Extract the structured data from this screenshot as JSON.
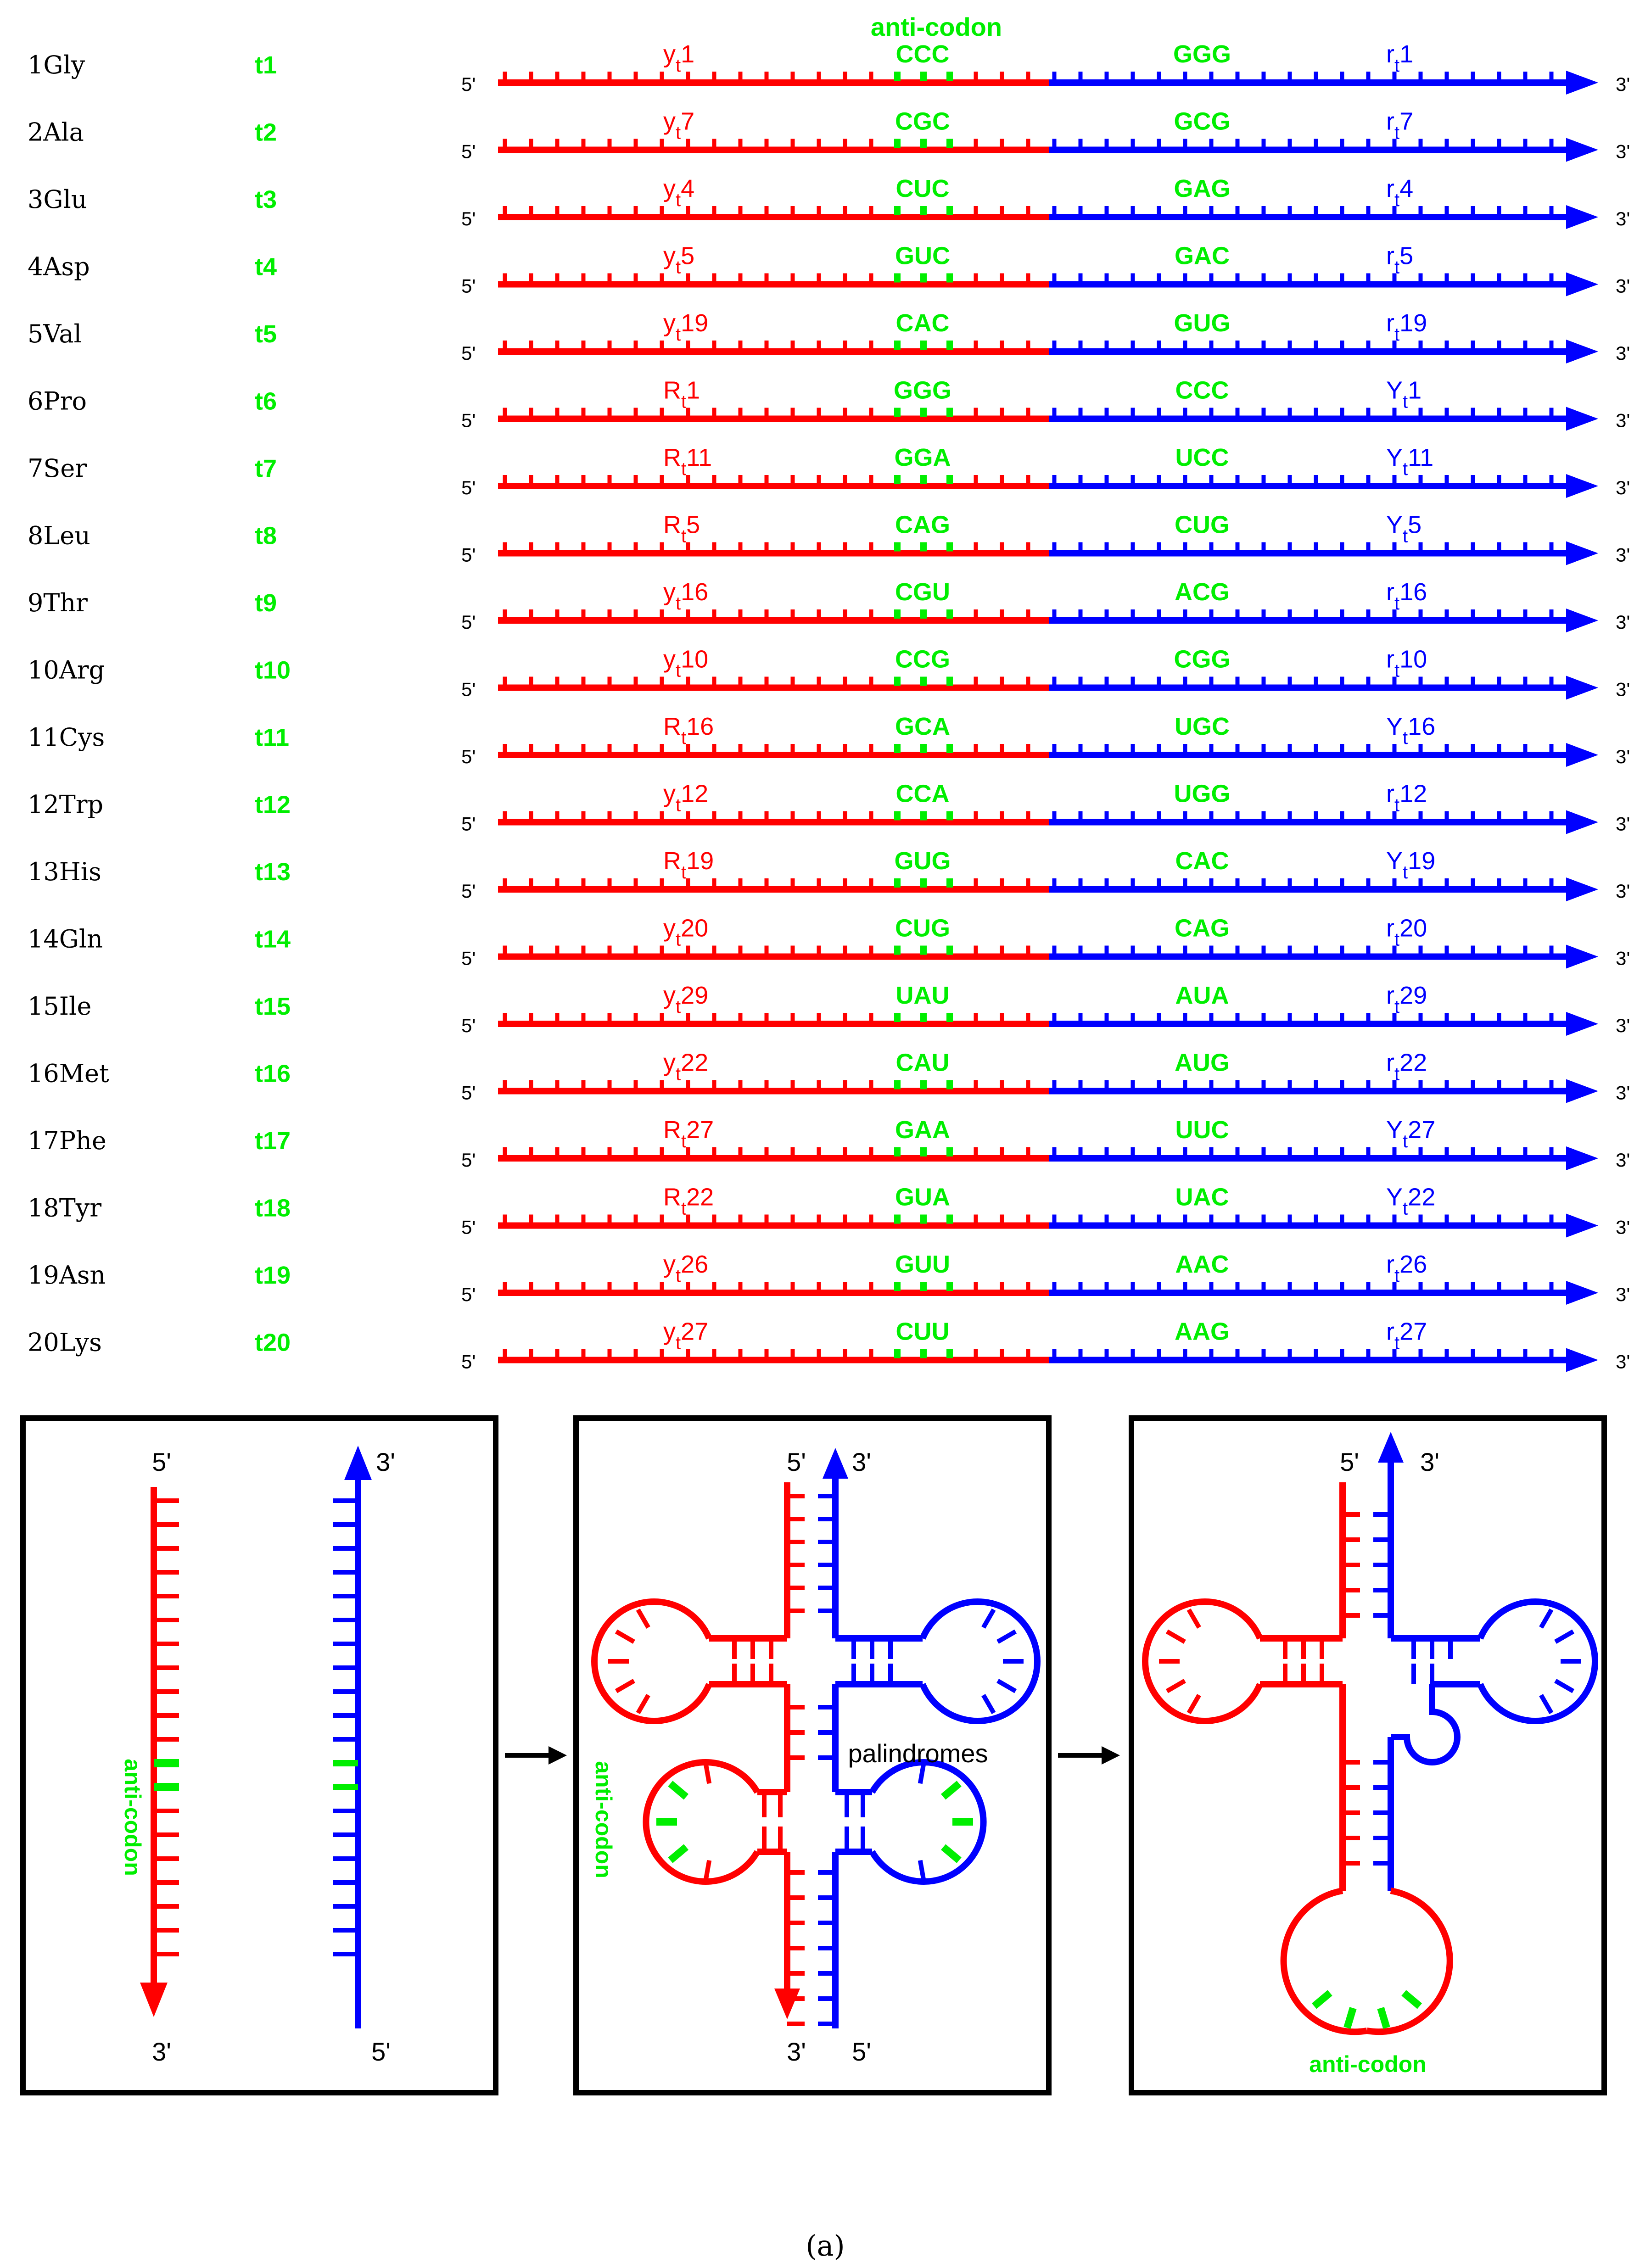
{
  "header": {
    "anticodon_label": "anti-codon"
  },
  "end_labels": {
    "five": "5'",
    "three": "3'"
  },
  "rows": [
    {
      "name": "1Gly",
      "tag": "t1",
      "left": {
        "b": "y",
        "s": "t",
        "n": "1"
      },
      "anti": "CCC",
      "comp": "GGG",
      "right": {
        "b": "r",
        "s": "t",
        "n": "1"
      }
    },
    {
      "name": "2Ala",
      "tag": "t2",
      "left": {
        "b": "y",
        "s": "t",
        "n": "7"
      },
      "anti": "CGC",
      "comp": "GCG",
      "right": {
        "b": "r",
        "s": "t",
        "n": "7"
      }
    },
    {
      "name": "3Glu",
      "tag": "t3",
      "left": {
        "b": "y",
        "s": "t",
        "n": "4"
      },
      "anti": "CUC",
      "comp": "GAG",
      "right": {
        "b": "r",
        "s": "t",
        "n": "4"
      }
    },
    {
      "name": "4Asp",
      "tag": "t4",
      "left": {
        "b": "y",
        "s": "t",
        "n": "5"
      },
      "anti": "GUC",
      "comp": "GAC",
      "right": {
        "b": "r",
        "s": "t",
        "n": "5"
      }
    },
    {
      "name": "5Val",
      "tag": "t5",
      "left": {
        "b": "y",
        "s": "t",
        "n": "19"
      },
      "anti": "CAC",
      "comp": "GUG",
      "right": {
        "b": "r",
        "s": "t",
        "n": "19"
      }
    },
    {
      "name": "6Pro",
      "tag": "t6",
      "left": {
        "b": "R",
        "s": "t",
        "n": "1"
      },
      "anti": "GGG",
      "comp": "CCC",
      "right": {
        "b": "Y",
        "s": "t",
        "n": "1"
      }
    },
    {
      "name": "7Ser",
      "tag": "t7",
      "left": {
        "b": "R",
        "s": "t",
        "n": "11"
      },
      "anti": "GGA",
      "comp": "UCC",
      "right": {
        "b": "Y",
        "s": "t",
        "n": "11"
      }
    },
    {
      "name": "8Leu",
      "tag": "t8",
      "left": {
        "b": "R",
        "s": "t",
        "n": "5"
      },
      "anti": "CAG",
      "comp": "CUG",
      "right": {
        "b": "Y",
        "s": "t",
        "n": "5"
      }
    },
    {
      "name": "9Thr",
      "tag": "t9",
      "left": {
        "b": "y",
        "s": "t",
        "n": "16"
      },
      "anti": "CGU",
      "comp": "ACG",
      "right": {
        "b": "r",
        "s": "t",
        "n": "16"
      }
    },
    {
      "name": "10Arg",
      "tag": "t10",
      "left": {
        "b": "y",
        "s": "t",
        "n": "10"
      },
      "anti": "CCG",
      "comp": "CGG",
      "right": {
        "b": "r",
        "s": "t",
        "n": "10"
      }
    },
    {
      "name": "11Cys",
      "tag": "t11",
      "left": {
        "b": "R",
        "s": "t",
        "n": "16"
      },
      "anti": "GCA",
      "comp": "UGC",
      "right": {
        "b": "Y",
        "s": "t",
        "n": "16"
      }
    },
    {
      "name": "12Trp",
      "tag": "t12",
      "left": {
        "b": "y",
        "s": "t",
        "n": "12"
      },
      "anti": "CCA",
      "comp": "UGG",
      "right": {
        "b": "r",
        "s": "t",
        "n": "12"
      }
    },
    {
      "name": "13His",
      "tag": "t13",
      "left": {
        "b": "R",
        "s": "t",
        "n": "19"
      },
      "anti": "GUG",
      "comp": "CAC",
      "right": {
        "b": "Y",
        "s": "t",
        "n": "19"
      }
    },
    {
      "name": "14Gln",
      "tag": "t14",
      "left": {
        "b": "y",
        "s": "t",
        "n": "20"
      },
      "anti": "CUG",
      "comp": "CAG",
      "right": {
        "b": "r",
        "s": "t",
        "n": "20"
      }
    },
    {
      "name": "15Ile",
      "tag": "t15",
      "left": {
        "b": "y",
        "s": "t",
        "n": "29"
      },
      "anti": "UAU",
      "comp": "AUA",
      "right": {
        "b": "r",
        "s": "t",
        "n": "29"
      }
    },
    {
      "name": "16Met",
      "tag": "t16",
      "left": {
        "b": "y",
        "s": "t",
        "n": "22"
      },
      "anti": "CAU",
      "comp": "AUG",
      "right": {
        "b": "r",
        "s": "t",
        "n": "22"
      }
    },
    {
      "name": "17Phe",
      "tag": "t17",
      "left": {
        "b": "R",
        "s": "t",
        "n": "27"
      },
      "anti": "GAA",
      "comp": "UUC",
      "right": {
        "b": "Y",
        "s": "t",
        "n": "27"
      }
    },
    {
      "name": "18Tyr",
      "tag": "t18",
      "left": {
        "b": "R",
        "s": "t",
        "n": "22"
      },
      "anti": "GUA",
      "comp": "UAC",
      "right": {
        "b": "Y",
        "s": "t",
        "n": "22"
      }
    },
    {
      "name": "19Asn",
      "tag": "t19",
      "left": {
        "b": "y",
        "s": "t",
        "n": "26"
      },
      "anti": "GUU",
      "comp": "AAC",
      "right": {
        "b": "r",
        "s": "t",
        "n": "26"
      }
    },
    {
      "name": "20Lys",
      "tag": "t20",
      "left": {
        "b": "y",
        "s": "t",
        "n": "27"
      },
      "anti": "CUU",
      "comp": "AAG",
      "right": {
        "b": "r",
        "s": "t",
        "n": "27"
      }
    }
  ],
  "panels": {
    "panel1": {
      "top_left": "5'",
      "top_right": "3'",
      "bottom_left": "3'",
      "bottom_right": "5'",
      "anticodon": "anti-codon"
    },
    "panel2": {
      "top_left": "5'",
      "top_right": "3'",
      "bottom_left": "3'",
      "bottom_right": "5'",
      "anticodon": "anti-codon",
      "palindromes": "palindromes"
    },
    "panel3": {
      "top_left": "5'",
      "top_right": "3'",
      "anticodon": "anti-codon"
    }
  },
  "caption": "(a)",
  "colors": {
    "red": "#ff0000",
    "blue": "#0000ff",
    "green": "#00ee00",
    "black": "#000000"
  }
}
